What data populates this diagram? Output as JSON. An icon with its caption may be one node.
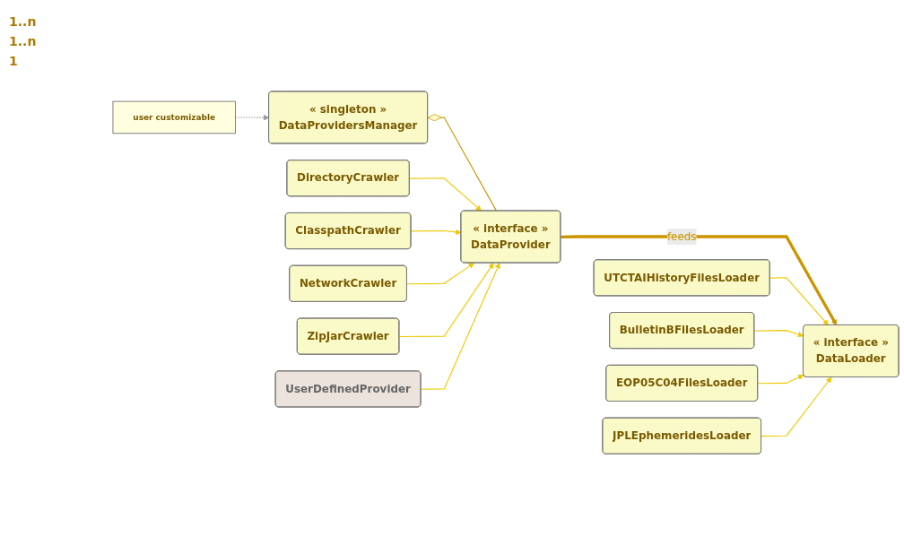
{
  "diagram": {
    "nodes": [
      {
        "text": [
          "user customizable"
        ]
      },
      {
        "text": [
          "« singleton »",
          "DataProvidersManager"
        ]
      },
      {
        "text": [
          "« interface »",
          "DataProvider"
        ]
      },
      {
        "text": [
          "« interface »",
          "DataLoader"
        ]
      },
      {
        "text": [
          "DirectoryCrawler"
        ]
      },
      {
        "text": [
          "ClasspathCrawler"
        ]
      },
      {
        "text": [
          "NetworkCrawler"
        ]
      },
      {
        "text": [
          "ZipJarCrawler"
        ]
      },
      {
        "text": [
          "UserDefinedProvider"
        ]
      },
      {
        "text": [
          "UTCTAIHistoryFilesLoader"
        ]
      },
      {
        "text": [
          "BulletinBFilesLoader"
        ]
      },
      {
        "text": [
          "EOP05C04FilesLoader"
        ]
      },
      {
        "text": [
          "JPLEphemeridesLoader"
        ]
      }
    ],
    "edges": [
      {
        "from": 0,
        "to": 1,
        "arrow": "to",
        "style": "dashed",
        "color": "#999999"
      },
      {
        "from": 1,
        "to": 2,
        "arrow": "other",
        "color": "#cc9400"
      },
      {
        "from": 2,
        "to": 3,
        "label": "feeds",
        "arrow": "to",
        "style": "thick",
        "color": "#cc9400"
      },
      {
        "from": 4,
        "to": 2,
        "arrow": "to"
      },
      {
        "from": 5,
        "to": 2,
        "arrow": "to"
      },
      {
        "from": 6,
        "to": 2,
        "arrow": "to"
      },
      {
        "from": 7,
        "to": 2,
        "arrow": "to"
      },
      {
        "from": 8,
        "to": 2,
        "arrow": "to"
      },
      {
        "from": 9,
        "to": 3,
        "arrow": "to"
      },
      {
        "from": 10,
        "to": 3,
        "arrow": "to"
      },
      {
        "from": 11,
        "to": 3,
        "arrow": "to"
      },
      {
        "from": 12,
        "to": 3,
        "arrow": "to"
      }
    ],
    "labels": [
      "1..n",
      "1..n",
      "1"
    ]
  }
}
